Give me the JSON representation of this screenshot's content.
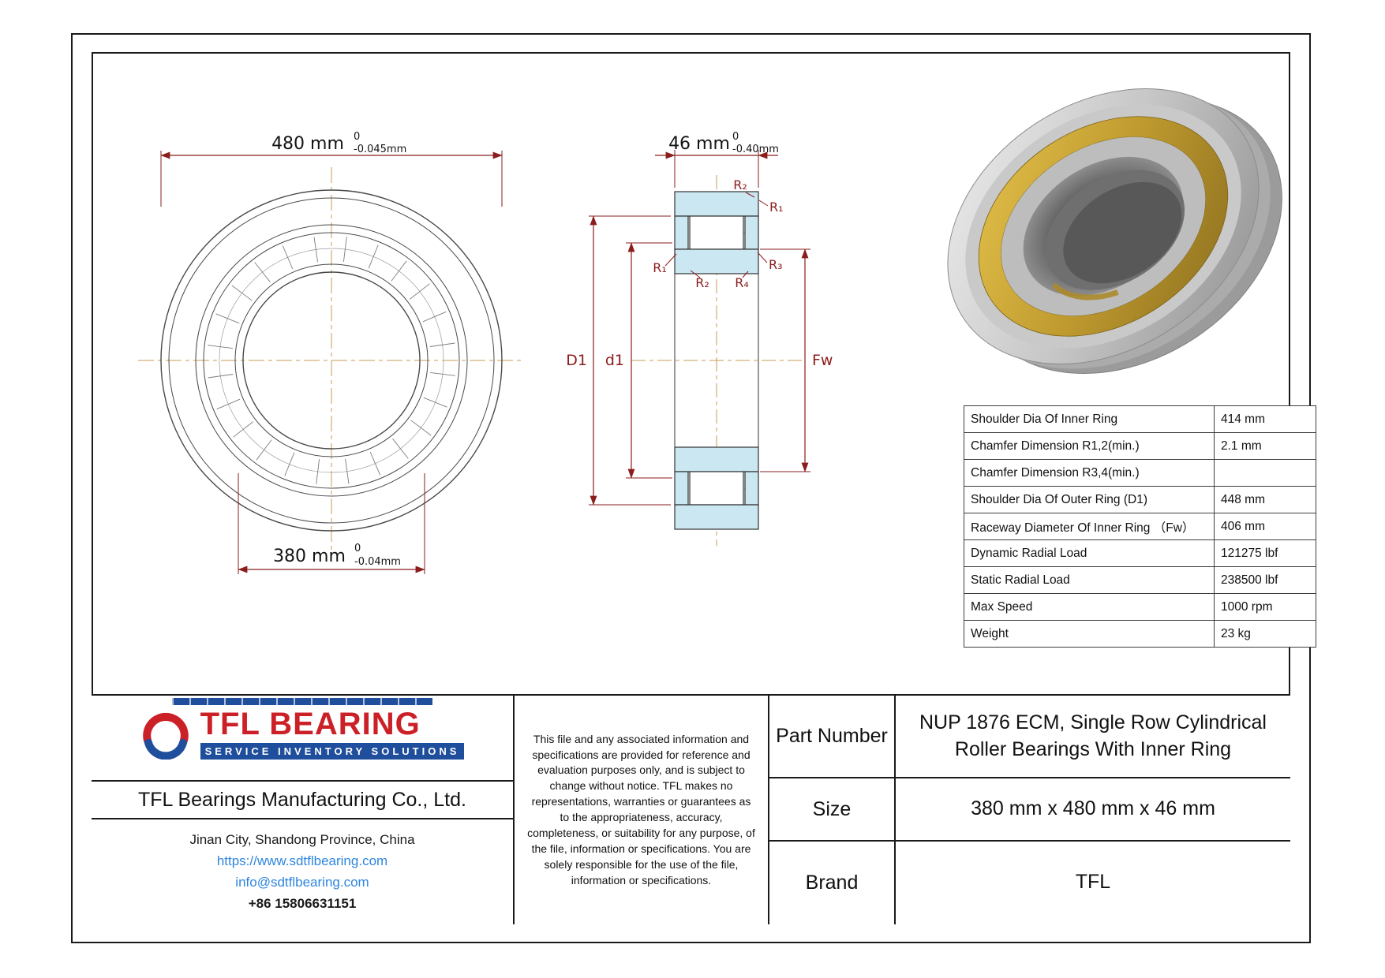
{
  "drawing": {
    "front_view": {
      "dim_outer": {
        "value": "480 mm",
        "tol_top": "0",
        "tol_bottom": "-0.045mm"
      },
      "dim_bore": {
        "value": "380 mm",
        "tol_top": "0",
        "tol_bottom": "-0.04mm"
      }
    },
    "section_view": {
      "dim_width": {
        "value": "46 mm",
        "tol_top": "0",
        "tol_bottom": "-0.40mm"
      },
      "label_r2_top": "R₂",
      "label_r1_top": "R₁",
      "label_r1_mid": "R₁",
      "label_r2_mid": "R₂",
      "label_r3": "R₃",
      "label_r4": "R₄",
      "label_outer_shoulder": "D1",
      "label_inner_shoulder": "d1",
      "label_raceway": "Fw"
    }
  },
  "spec_table": {
    "rows": [
      {
        "label": "Shoulder Dia Of Inner Ring",
        "value": "414 mm"
      },
      {
        "label": "Chamfer Dimension R1,2(min.)",
        "value": "2.1 mm"
      },
      {
        "label": "Chamfer Dimension R3,4(min.)",
        "value": ""
      },
      {
        "label": "Shoulder Dia Of Outer Ring (D1)",
        "value": "448 mm"
      },
      {
        "label": "Raceway Diameter Of Inner Ring （Fw）",
        "value": "406 mm"
      },
      {
        "label": "Dynamic Radial Load",
        "value": "121275 lbf"
      },
      {
        "label": "Static Radial Load",
        "value": "238500 lbf"
      },
      {
        "label": "Max Speed",
        "value": "1000 rpm"
      },
      {
        "label": "Weight",
        "value": "23 kg"
      }
    ]
  },
  "title_block": {
    "logo_text": "TFL BEARING",
    "logo_tagline": "SERVICE INVENTORY SOLUTIONS",
    "company": "TFL Bearings Manufacturing Co., Ltd.",
    "address": "Jinan City, Shandong Province, China",
    "website": "https://www.sdtflbearing.com",
    "email": "info@sdtflbearing.com",
    "phone": "+86 15806631151",
    "disclaimer": "This file and any associated information and specifications are provided for reference and evaluation purposes only, and is subject to change without notice. TFL makes no representations, warranties or guarantees as to the appropriateness, accuracy, completeness, or suitability for any purpose, of the file, information or specifications.  You are solely responsible for the use of the file, information or specifications.",
    "part_number_label": "Part Number",
    "part_number": "NUP 1876 ECM, Single Row Cylindrical Roller Bearings With Inner Ring",
    "size_label": "Size",
    "size": "380 mm x 480 mm x 46 mm",
    "brand_label": "Brand",
    "brand": "TFL"
  }
}
